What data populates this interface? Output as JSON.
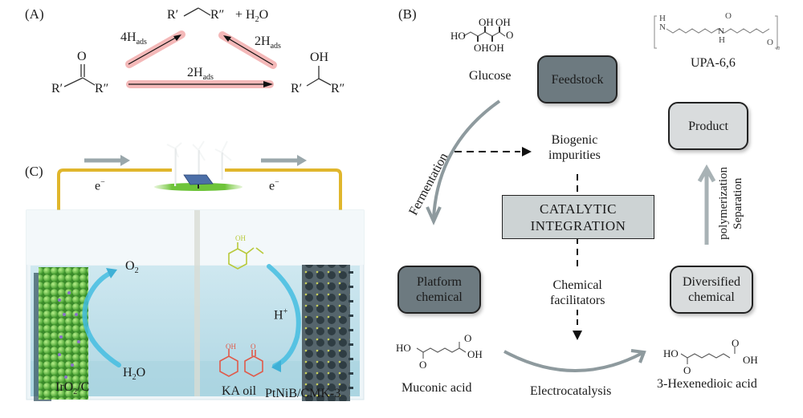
{
  "panelA": {
    "label": "(A)",
    "ketone": {
      "o": "O",
      "r1": "R′",
      "r2": "R″"
    },
    "alkane": {
      "r1": "R′",
      "r2": "R″",
      "plus_water": "+ H",
      "water_sub": "2",
      "water_o": "O"
    },
    "alcohol": {
      "oh": "OH",
      "r1": "R′",
      "r2": "R″"
    },
    "arrow_4h": {
      "main": "4H",
      "sub": "ads"
    },
    "arrow_2h_right": {
      "main": "2H",
      "sub": "ads"
    },
    "arrow_2h_bottom": {
      "main": "2H",
      "sub": "ads"
    },
    "highlight_color": "#f2b3b3"
  },
  "panelB": {
    "label": "(B)",
    "glucose": {
      "name": "Glucose",
      "ho": "HO",
      "oh1": "OH",
      "oh2": "OH",
      "oh3": "OH",
      "oh4": "OH",
      "o": "O"
    },
    "feedstock": "Feedstock",
    "fermentation": "Fermentation",
    "biogenic": [
      "Biogenic",
      "impurities"
    ],
    "catalytic": [
      "CATALYTIC",
      "INTEGRATION"
    ],
    "chemical_facilitators": [
      "Chemical",
      "facilitators"
    ],
    "platform": [
      "Platform",
      "chemical"
    ],
    "muconic": {
      "name": "Muconic acid",
      "ho": "HO",
      "oh": "OH",
      "o1": "O",
      "o2": "O"
    },
    "electrocatalysis": "Electrocatalysis",
    "diversified": [
      "Diversified",
      "chemical"
    ],
    "hexenedioic": {
      "name": "3-Hexenedioic acid",
      "ho": "HO",
      "oh": "OH",
      "o1": "O",
      "o2": "O"
    },
    "separation": [
      "Separation",
      "polymerization"
    ],
    "product": "Product",
    "upa": {
      "name": "UPA-6,6",
      "h1": "H",
      "n1": "N",
      "n2": "N",
      "h2": "H",
      "o1": "O",
      "o2": "O",
      "n_sub": "n"
    },
    "colors": {
      "dark_box": "#6d7a80",
      "light_box": "#d9dcdd",
      "arrow_gray": "#8e9a9e"
    }
  },
  "panelC": {
    "label": "(C)",
    "e_left": "e",
    "e_right": "e",
    "e_sup": "−",
    "o2": {
      "main": "O",
      "sub": "2"
    },
    "h2o": {
      "h": "H",
      "sub": "2",
      "o": "O"
    },
    "anode": {
      "ir": "IrO",
      "sub": "2",
      "rest": "/C"
    },
    "h_plus": {
      "main": "H",
      "sup": "+"
    },
    "ka_oil": "KA oil",
    "cathode": "PtNiB/CMK-3",
    "guaiacol_oh": "OH",
    "cyclohexanol_oh": "OH",
    "cyclohexanone_o": "O",
    "colors": {
      "wire": "#e0b62c",
      "water": "#bfe0ea",
      "green_sphere": "#6dc24a",
      "arrow_cyan": "#3fb6d6",
      "reactant": "#b8c93a",
      "product": "#e05a4a"
    }
  }
}
